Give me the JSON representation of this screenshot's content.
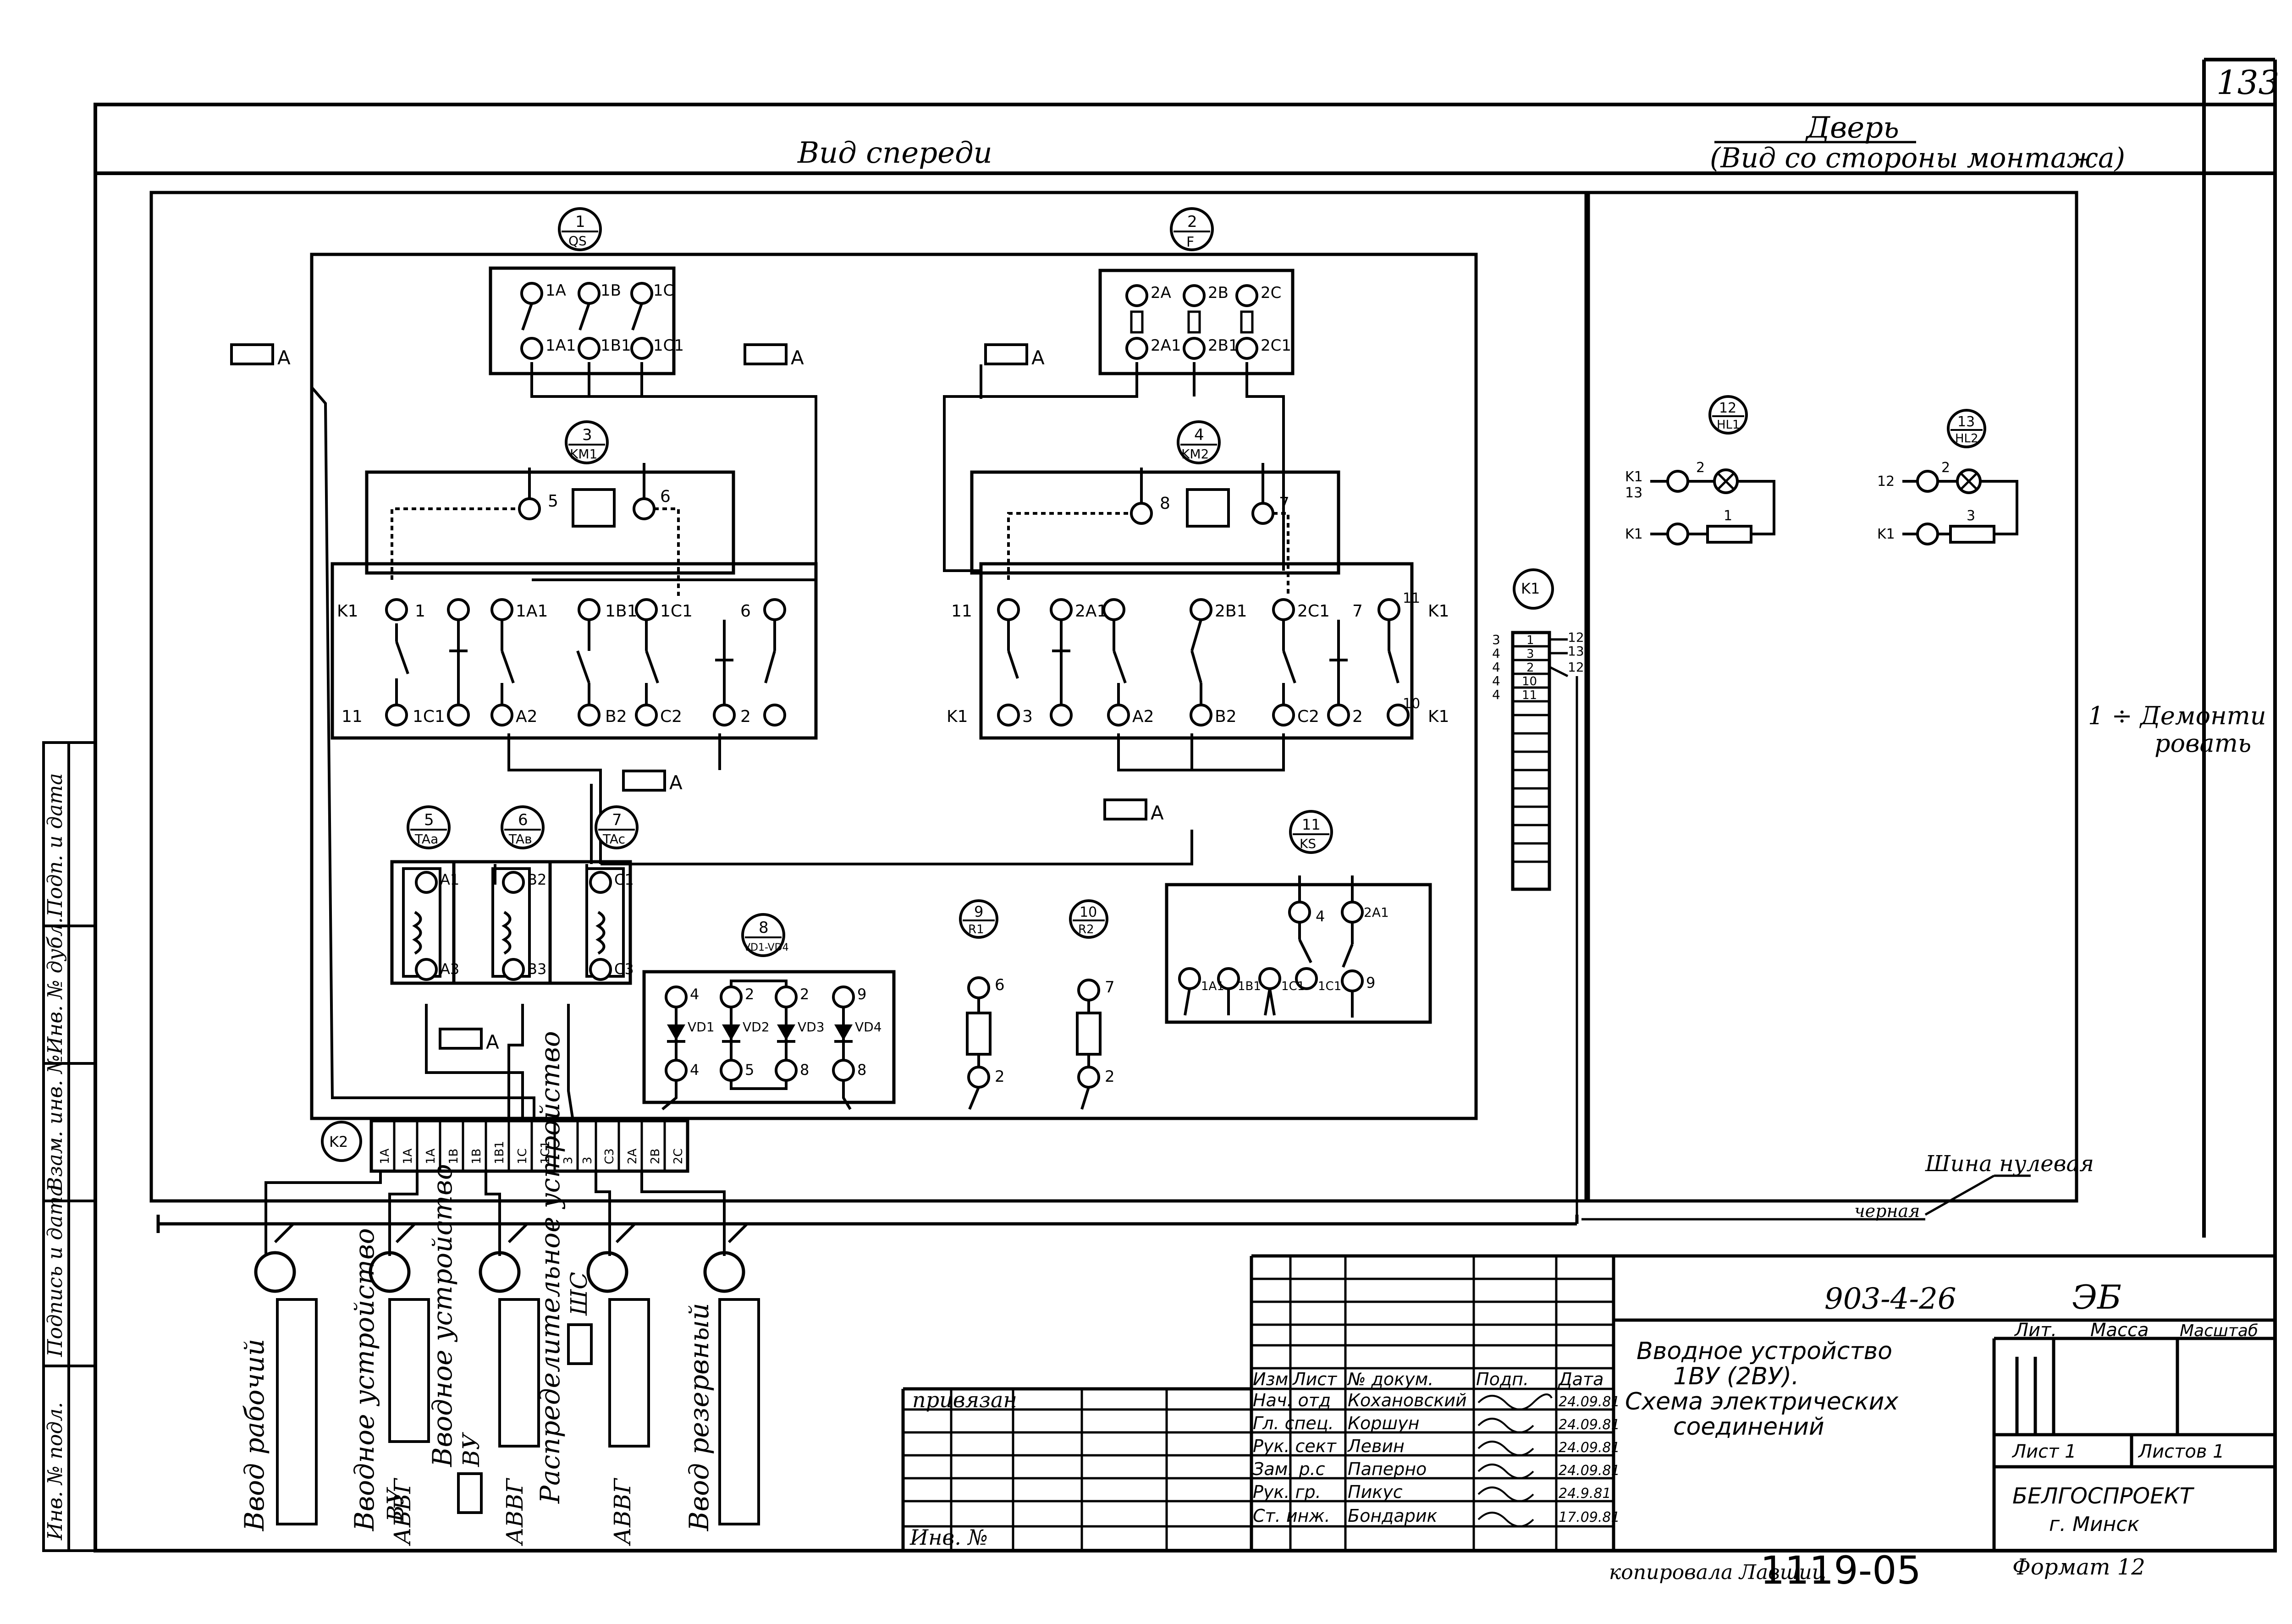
{
  "sheet": {
    "page_number": "133",
    "title_front": "Вид спереди",
    "title_door": "Дверь",
    "title_door_sub": "(Вид со стороны монтажа)",
    "side_note_line1": "1 ÷ Демонти",
    "side_note_line2": "ровать",
    "bus_label": "Шина нулевая",
    "wire_label": "черная",
    "copy_note": "копировала Лавшиц",
    "copy_number": "1119-05",
    "format_label": "Формат 12"
  },
  "markers": {
    "A": "A",
    "m1_num": "1",
    "m1_code": "QS",
    "m2_num": "2",
    "m2_code": "F",
    "m3_num": "3",
    "m3_code": "KM1",
    "m4_num": "4",
    "m4_code": "KM2",
    "m5_num": "5",
    "m5_code": "TAa",
    "m6_num": "6",
    "m6_code": "TAв",
    "m7_num": "7",
    "m7_code": "TAc",
    "m8_num": "8",
    "m8_code": "VD1-VD4",
    "m9_num": "9",
    "m9_code": "R1",
    "m10_num": "10",
    "m10_code": "R2",
    "m11_num": "11",
    "m11_code": "KS",
    "m12_num": "12",
    "m12_code": "HL1",
    "m13_num": "13",
    "m13_code": "HL2",
    "k1": "K1",
    "k2": "K2"
  },
  "terminals": {
    "qs_top": [
      "1A",
      "1B",
      "1C"
    ],
    "qs_bot": [
      "1A1",
      "1B1",
      "1C1"
    ],
    "f_top": [
      "2A",
      "2B",
      "2C"
    ],
    "f_bot": [
      "2A1",
      "2B1",
      "2C1"
    ],
    "km1_coil": [
      "5",
      "6"
    ],
    "km1_top": [
      "K1",
      "1",
      "1A1",
      "1B1",
      "1C1",
      "6"
    ],
    "km1_bot": [
      "11",
      "1C1",
      "A2",
      "B2",
      "C2",
      "2"
    ],
    "km2_coil": [
      "8",
      "7"
    ],
    "km2_top": [
      "11",
      "2A1",
      "2B1",
      "2C1",
      "7",
      "11",
      "K1"
    ],
    "km2_bot": [
      "K1",
      "3",
      "A2",
      "B2",
      "C2",
      "2",
      "10",
      "K1"
    ],
    "ta_a": [
      "A1",
      "A3"
    ],
    "ta_b": [
      "B2",
      "B3"
    ],
    "ta_c": [
      "C1",
      "C3"
    ],
    "vd_names": [
      "VD1",
      "VD2",
      "VD3",
      "VD4"
    ],
    "vd_top": [
      "4",
      "2",
      "2",
      "9"
    ],
    "vd_bot": [
      "4",
      "5",
      "8",
      "8"
    ],
    "r1": [
      "6",
      "2"
    ],
    "r2": [
      "7",
      "2"
    ],
    "ks": [
      "1A1",
      "1B1",
      "1C1",
      "1C1",
      "2A1",
      "4",
      "9"
    ],
    "hl1": [
      "K1",
      "13",
      "2",
      "1",
      "K1"
    ],
    "hl2": [
      "12",
      "2",
      "3",
      "K1"
    ],
    "k1_left": [
      "3",
      "4",
      "4",
      "4",
      "4"
    ],
    "k1_cells": [
      "1",
      "3",
      "2",
      "10",
      "11"
    ],
    "k1_right": [
      "12",
      "13",
      "12"
    ],
    "k2_cells": [
      "1A",
      "1A",
      "1A",
      "1B",
      "1B",
      "1B1",
      "1C",
      "1C1",
      "3",
      "3",
      "C3",
      "2A",
      "2B",
      "2C"
    ]
  },
  "loads": [
    {
      "label": "Ввод рабочий",
      "sub": ""
    },
    {
      "label": "Вводное устройство",
      "sub": "ВУ",
      "cable": "АВВГ"
    },
    {
      "label": "Вводное устройство",
      "sub": "ВУ",
      "cable": "АВВГ"
    },
    {
      "label": "Распределительное устройство",
      "sub": "ШС",
      "cable": "АВВГ"
    },
    {
      "label": "Ввод резервный",
      "sub": ""
    }
  ],
  "left_margin": [
    "Инв. № подл.",
    "Подпись и дата",
    "Взам. инв. №",
    "Инв. № дубл.",
    "Подп. и дата"
  ],
  "title_block": {
    "doc_number": "903-4-26",
    "sheet_code": "ЭБ",
    "privyazan": "привязан",
    "inv_no": "Инв. №",
    "col_headers": [
      "Изм",
      "Лист",
      "№ докум.",
      "Подп.",
      "Дата"
    ],
    "rows": [
      {
        "role": "Нач. отд",
        "name": "Кохановский",
        "date": "24.09.81"
      },
      {
        "role": "Гл. спец.",
        "name": "Коршун",
        "date": "24.09.81"
      },
      {
        "role": "Рук. сект",
        "name": "Левин",
        "date": "24.09.81"
      },
      {
        "role": "Зам. р.с",
        "name": "Паперно",
        "date": "24.09.81"
      },
      {
        "role": "Рук. гр.",
        "name": "Пикус",
        "date": "24.9.81"
      },
      {
        "role": "Ст. инж.",
        "name": "Бондарик",
        "date": "17.09.81"
      }
    ],
    "desc_line1": "Вводное устройство",
    "desc_line2": "1ВУ (2ВУ).",
    "desc_line3": "Схема электрических",
    "desc_line4": "соединений",
    "lit": "Лит.",
    "mass": "Масса",
    "scale": "Масштаб",
    "sheet": "Лист 1",
    "sheets": "Листов 1",
    "org": "БЕЛГОСПРОЕКТ",
    "city": "г. Минск"
  }
}
